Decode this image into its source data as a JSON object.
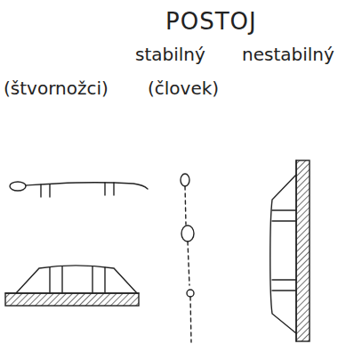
{
  "diagram": {
    "title": "POSTOJ",
    "labels": [
      "stabilný",
      "nestabilný",
      "(štvornožci)",
      "(človek)"
    ]
  }
}
